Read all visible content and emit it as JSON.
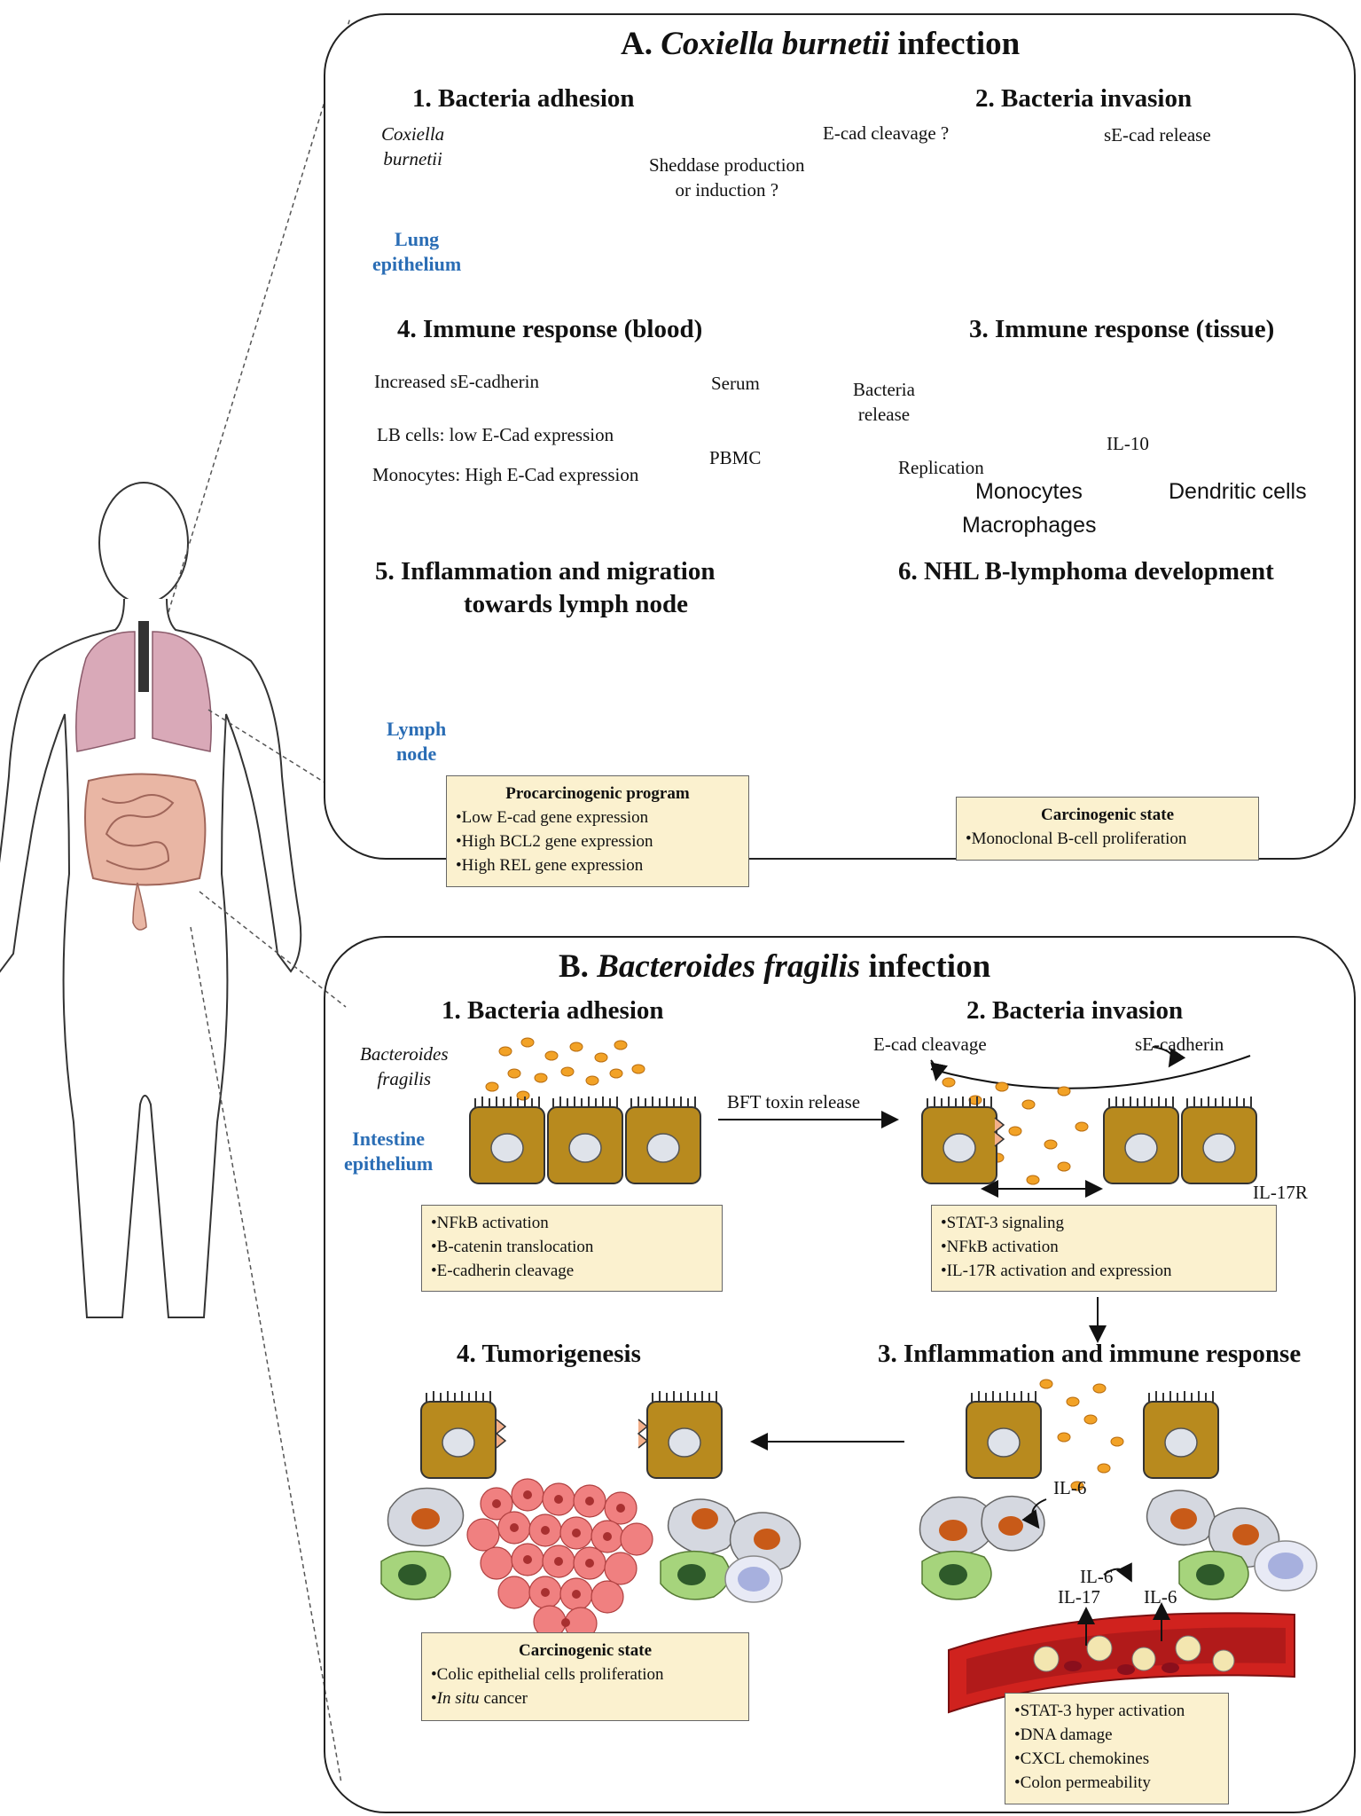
{
  "panelA": {
    "title_letter": "A.",
    "title_species": "Coxiella burnetii",
    "title_rest": "infection",
    "step1": "1. Bacteria adhesion",
    "step2": "2. Bacteria invasion",
    "step3": "3. Immune response (tissue)",
    "step4": "4. Immune response (blood)",
    "step5_line1": "5. Inflammation and migration",
    "step5_line2": "towards lymph node",
    "step6": "6. NHL B-lymphoma development",
    "bacteria_line1": "Coxiella",
    "bacteria_line2": "burnetii",
    "tissue_line1": "Lung",
    "tissue_line2": "epithelium",
    "sheddase_line1": "Sheddase production",
    "sheddase_line2": "or induction ?",
    "ecad_cleavage": "E-cad cleavage ?",
    "sE_release": "sE-cad release",
    "increased_sE": "Increased sE-cadherin",
    "serum": "Serum",
    "lb_cells": "LB cells: low E-Cad expression",
    "monocytes_expr": "Monocytes: High E-Cad expression",
    "pbmc": "PBMC",
    "bacteria_release_line1": "Bacteria",
    "bacteria_release_line2": "release",
    "replication": "Replication",
    "il10": "IL-10",
    "monocytes": "Monocytes",
    "macrophages": "Macrophages",
    "dendritic": "Dendritic cells",
    "lymph_line1": "Lymph",
    "lymph_line2": "node",
    "procarcinogenic_title": "Procarcinogenic program",
    "procarcinogenic_items": [
      "•Low E-cad gene expression",
      "•High BCL2 gene expression",
      "•High REL gene expression"
    ],
    "carcinogenic_title": "Carcinogenic state",
    "carcinogenic_items": [
      "•Monoclonal B-cell proliferation"
    ]
  },
  "panelB": {
    "title_letter": "B.",
    "title_species": "Bacteroides fragilis",
    "title_rest": "infection",
    "step1": "1. Bacteria adhesion",
    "step2": "2. Bacteria invasion",
    "step3": "3. Inflammation and immune response",
    "step4": "4. Tumorigenesis",
    "bacteria_line1": "Bacteroides",
    "bacteria_line2": "fragilis",
    "tissue_line1": "Intestine",
    "tissue_line2": "epithelium",
    "bft": "BFT toxin release",
    "ecad_cleavage": "E-cad cleavage",
    "sE_cadherin": "sE-cadherin",
    "il17r": "IL-17R",
    "il6_a": "IL-6",
    "il6_b": "IL-6",
    "il17": "IL-17",
    "il6_c": "IL-6",
    "adhesion_items": [
      "•NFkB activation",
      "•B-catenin translocation",
      "•E-cadherin cleavage"
    ],
    "invasion_items": [
      "•STAT-3 signaling",
      "•NFkB activation",
      "•IL-17R activation and expression"
    ],
    "immune_items": [
      "•STAT-3 hyper activation",
      "•DNA damage",
      "•CXCL chemokines",
      "•Colon permeability"
    ],
    "carcinogenic_title": "Carcinogenic state",
    "carcinogenic_item1": "•Colic epithelial cells proliferation",
    "carcinogenic_item2_italic": "In situ",
    "carcinogenic_item2_rest": " cancer"
  },
  "colors": {
    "lung_cell": "#f4b08a",
    "gut_cell": "#b88a1e",
    "bacteria_red": "#b8262d",
    "bacteria_orange": "#f2a226",
    "box_fill": "#fbf1cf",
    "label_blue": "#2a6db5",
    "lymph_green": "#a8c43a",
    "tumor_pink": "#f08080"
  },
  "icons": [
    "human-body-icon",
    "lung-icon",
    "intestine-icon",
    "blood-tube-icon",
    "lymph-node-icon",
    "blood-vessel-icon",
    "tumor-mass-icon"
  ]
}
